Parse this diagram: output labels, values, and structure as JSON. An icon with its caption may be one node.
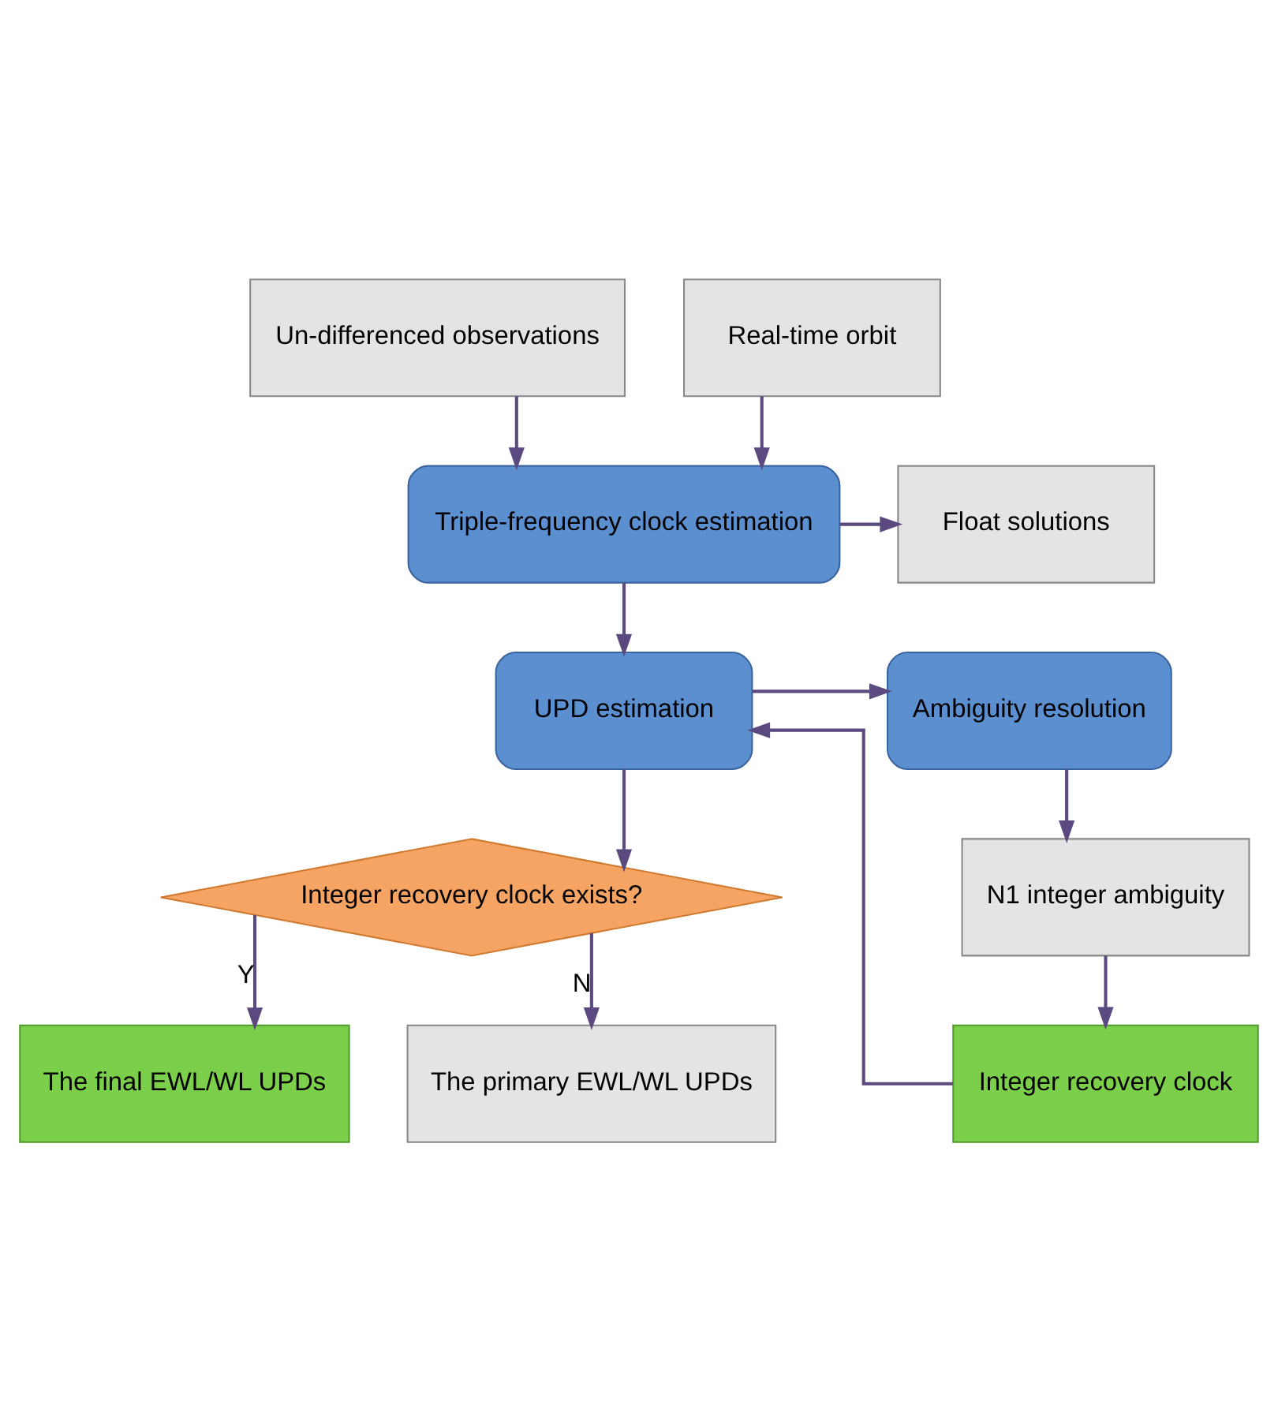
{
  "diagram": {
    "nodes": [
      {
        "text": [
          "Un-differenced observations"
        ]
      },
      {
        "text": [
          "Real-time orbit"
        ]
      },
      {
        "text": [
          "Triple-frequency clock estimation"
        ]
      },
      {
        "text": [
          "Float solutions"
        ]
      },
      {
        "text": [
          "Ambiguity resolution"
        ]
      },
      {
        "text": [
          "UPD estimation"
        ]
      },
      {
        "text": [
          "N1 integer ambiguity"
        ]
      },
      {
        "text": [
          "Integer recovery clock exists?"
        ]
      },
      {
        "text": [
          "Integer recovery clock"
        ]
      },
      {
        "text": [
          "The final EWL/WL UPDs"
        ]
      },
      {
        "text": [
          "The primary EWL/WL UPDs"
        ]
      }
    ],
    "edges": [
      {
        "from": 0,
        "to": 2,
        "arrow": "to"
      },
      {
        "from": 1,
        "to": 2,
        "arrow": "to"
      },
      {
        "from": 2,
        "to": 3,
        "arrow": "to"
      },
      {
        "from": 2,
        "to": 5,
        "arrow": "to"
      },
      {
        "from": 5,
        "to": 4,
        "arrow": "to"
      },
      {
        "from": 4,
        "to": 6,
        "arrow": "to"
      },
      {
        "from": 5,
        "to": 7,
        "arrow": "to"
      },
      {
        "from": 6,
        "to": 8,
        "arrow": "to"
      },
      {
        "from": 7,
        "to": 9,
        "label": "Y",
        "arrow": "to"
      },
      {
        "from": 7,
        "to": 10,
        "label": "N",
        "arrow": "to"
      },
      {
        "from": 8,
        "to": 5,
        "arrow": "to"
      }
    ]
  }
}
